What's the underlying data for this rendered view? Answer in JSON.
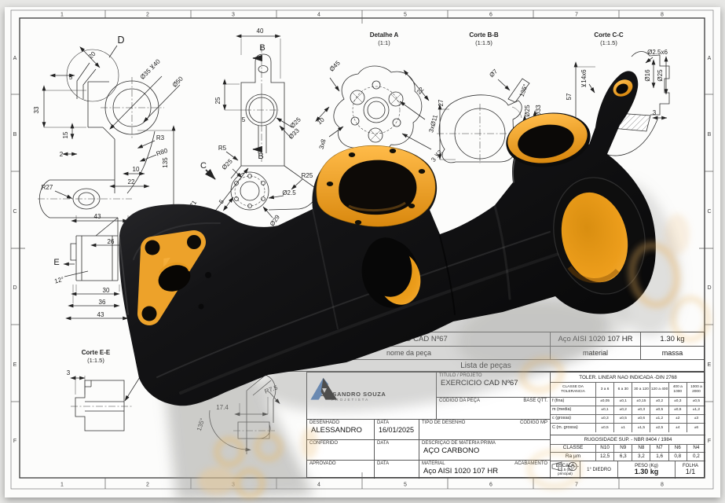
{
  "sheet": {
    "cols": [
      "1",
      "2",
      "3",
      "4",
      "5",
      "6",
      "7",
      "8"
    ],
    "rows": [
      "A",
      "B",
      "C",
      "D",
      "E",
      "F"
    ]
  },
  "colors": {
    "accent_orange": "#f2a024",
    "part_black": "#101010",
    "logo_blue": "#4a7ec2"
  },
  "views": {
    "detail_d_label": "D",
    "view_e_label": "E",
    "section_b_label": "B",
    "section_c_label": "C",
    "detalhe_a_title": "Detalhe A",
    "detalhe_a_scale": "(1:1)",
    "corte_bb_title": "Corte B-B",
    "corte_bb_scale": "(1:1.5)",
    "corte_cc_title": "Corte C-C",
    "corte_cc_scale": "(1:1.5)",
    "corte_ee_title": "Corte E-E",
    "corte_ee_scale": "(1:1.5)"
  },
  "dims": {
    "front": {
      "d20": "20",
      "d5": "5",
      "d33": "33",
      "d15": "15",
      "d2": "2",
      "dia35": "Ø35 ⊻40",
      "dia50": "Ø50",
      "r3": "R3",
      "r80": "R80",
      "d10": "10",
      "d22": "22",
      "d135": "135",
      "r27": "R27",
      "d43a": "43",
      "d7": "7",
      "d26": "26",
      "a12": "12°",
      "d30": "30",
      "d36": "36",
      "d43b": "43"
    },
    "side": {
      "d40": "40",
      "d25": "25",
      "d5": "5",
      "dia25": "Ø25",
      "dia33": "Ø33",
      "r5": "R5",
      "dia25b": "Ø25",
      "r25": "R25",
      "dia2_5": "Ø2.5",
      "d71": "71",
      "d5b": "5",
      "dia29": "Ø29"
    },
    "detail_a": {
      "dia45": "Ø45",
      "d22": "22",
      "holes": "3xØ11",
      "depth": "3 ⊻2",
      "d10": "10",
      "slot": "3x8"
    },
    "corte_bb": {
      "dia7": "Ø7",
      "a135": "135°",
      "d27": "27",
      "dia25": "Ø25",
      "dia33": "Ø33",
      "d57": "57"
    },
    "corte_cc": {
      "slot": "Ø2.5x6",
      "depth": "⊻14x6",
      "dia16": "Ø16",
      "dia25": "Ø25",
      "d3": "3"
    },
    "corte_ee": {
      "d3": "3"
    },
    "fragment": {
      "d174": "17.4",
      "a135": "135°",
      "r75": "R7.5"
    }
  },
  "parts_list": {
    "row1": {
      "name": "EXERCICIO CAD Nº67",
      "material": "Aço AISI 1020 107 HR",
      "mass": "1.30 kg"
    },
    "row2": {
      "name": "nome da peça",
      "material": "material",
      "mass": "massa"
    },
    "title": "Lista de peças"
  },
  "title_block": {
    "company": {
      "name": "ALESSANDRO SOUZA",
      "role": "PROJETISTA"
    },
    "titulo_label": "TITULO / PROJETO",
    "titulo_value": "EXERCICIO CAD Nº67",
    "codigo_label": "CODIGO DA PEÇA",
    "base_label": "BASE QTT.",
    "desenhado_label": "DESENHADO",
    "desenhado_value": "ALESSANDRO",
    "data_label": "DATA",
    "data_value": "16/01/2025",
    "tipo_label": "TIPO DE DESENHO",
    "codigo_mp_label": "CODIGO MP",
    "conferido_label": "CONFERIDO",
    "data2_label": "DATA",
    "descricao_label": "DESCRIÇAO DE MATERIA PRIMA",
    "descricao_value": "AÇO CARBONO",
    "aprovado_label": "APROVADO",
    "data3_label": "DATA",
    "material_label": "MATERIAL",
    "material_value": "Aço AISI 1020 107 HR",
    "acabamento_label": "ACABAMENTO",
    "tolerance": {
      "title": "TOLER. LINEAR NAO INDICADA -DIN 2768",
      "corner": "CLASSE DA TOLERANCIA",
      "ranges": [
        "3 a 6",
        "6 a 30",
        "30 a 120",
        "120 a 400",
        "400 a 1000",
        "1000 a 2000"
      ],
      "rows": [
        {
          "label": "f (fina)",
          "values": [
            "±0,05",
            "±0,1",
            "±0,15",
            "±0,2",
            "±0,3",
            "±0,5"
          ]
        },
        {
          "label": "m (media)",
          "values": [
            "±0,1",
            "±0,2",
            "±0,3",
            "±0,5",
            "±0,6",
            "±1,2"
          ]
        },
        {
          "label": "c (grossa)",
          "values": [
            "±0,3",
            "±0,5",
            "±0,6",
            "±1,2",
            "±2",
            "±3"
          ]
        },
        {
          "label": "C (m. grossa)",
          "values": [
            "±0,5",
            "±1",
            "±1,5",
            "±2,5",
            "±4",
            "±6"
          ]
        }
      ]
    },
    "roughness": {
      "title": "RUGOSIDADE SUP. - NBR 8404 / 1984",
      "classe_label": "CLASSE",
      "classes": [
        "N10",
        "N9",
        "N8",
        "N7",
        "N6",
        "N4"
      ],
      "ra_label": "Ra µm",
      "ra_values": [
        "12,5",
        "6,3",
        "3,2",
        "1,6",
        "0,8",
        "0,2"
      ]
    },
    "escala_label": "ESCALA",
    "escala_value": "1:1.5 (Da principal)",
    "diedro_label": "1° DIEDRO",
    "peso_label": "PESO (Kg)",
    "peso_value": "1.30 kg",
    "folha_label": "FOLHA",
    "folha_value": "1/1"
  }
}
